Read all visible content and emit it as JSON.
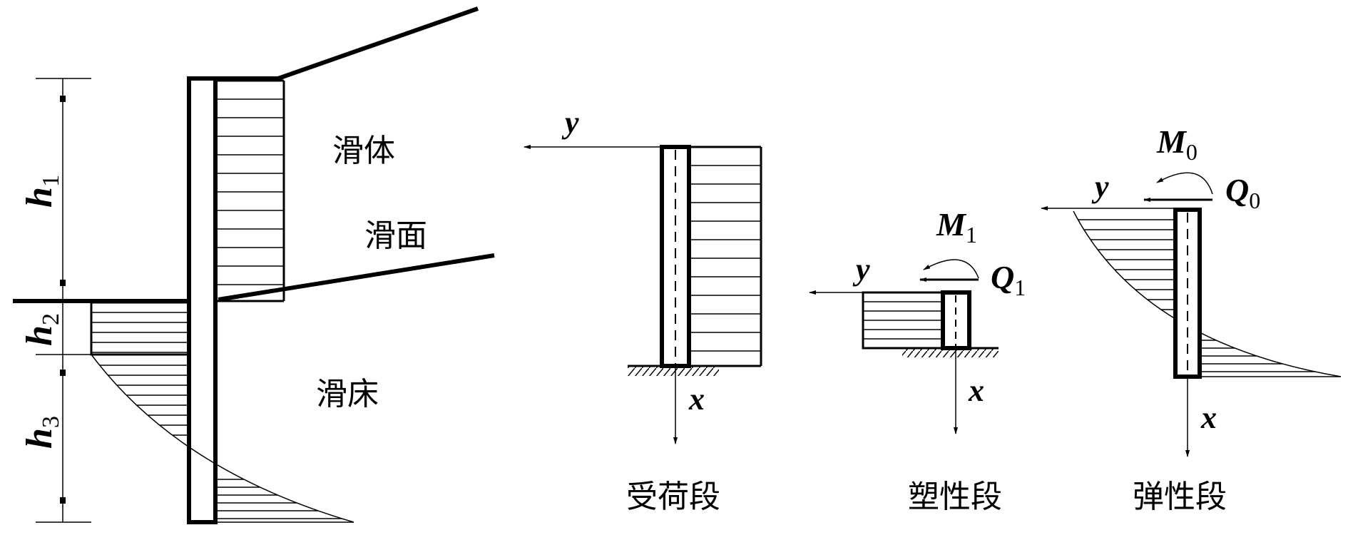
{
  "labels": {
    "sliding_body": "滑体",
    "sliding_surface": "滑面",
    "sliding_bed": "滑床",
    "loaded_segment": "受荷段",
    "plastic_segment": "塑性段",
    "elastic_segment": "弹性段"
  },
  "dimensions": {
    "h1": {
      "var": "h",
      "sub": "1"
    },
    "h2": {
      "var": "h",
      "sub": "2"
    },
    "h3": {
      "var": "h",
      "sub": "3"
    }
  },
  "axes": {
    "y": "y",
    "x": "x"
  },
  "forces": {
    "M1": {
      "var": "M",
      "sub": "1"
    },
    "Q1": {
      "var": "Q",
      "sub": "1"
    },
    "M0": {
      "var": "M",
      "sub": "0"
    },
    "Q0": {
      "var": "Q",
      "sub": "0"
    }
  }
}
